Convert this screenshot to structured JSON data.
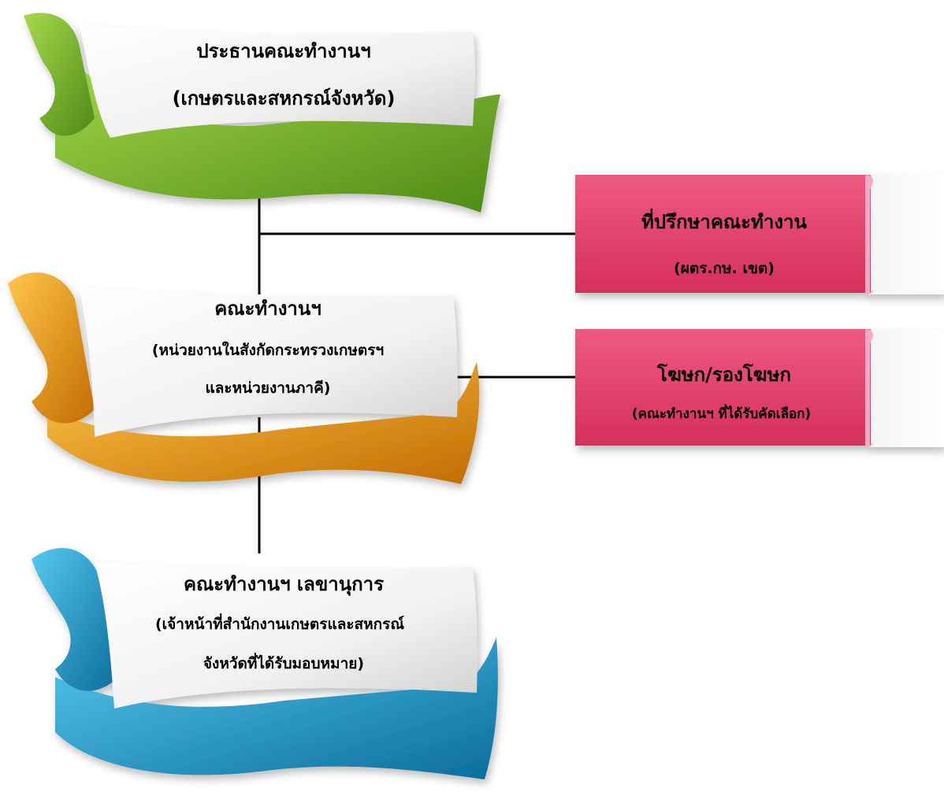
{
  "nodes": {
    "chairman": {
      "line1": "ประธานคณะทำงานฯ",
      "line2": "(เกษตรและสหกรณ์จังหวัด)",
      "accent": "#8cc63f",
      "accent_dark": "#4e8a16"
    },
    "working_group": {
      "line1": "คณะทำงานฯ",
      "line2": "(หน่วยงานในสังกัดกระทรวงเกษตรฯ",
      "line3": "และหน่วยงานภาคี)",
      "accent": "#f7a81b",
      "accent_dark": "#b86a00"
    },
    "secretariat": {
      "line1": "คณะทำงานฯ เลขานุการ",
      "line2": "(เจ้าหน้าที่สำนักงานเกษตรและสหกรณ์",
      "line3": "จังหวัดที่ได้รับมอบหมาย)",
      "accent": "#2bb3e6",
      "accent_dark": "#0b6d9c"
    },
    "advisor": {
      "line1": "ที่ปรึกษาคณะทำงาน",
      "line2": "(ผตร.กษ. เขต)",
      "accent": "#e8436f"
    },
    "spokesperson": {
      "line1": "โฆษก/รองโฆษก",
      "line2": "(คณะทำงานฯ ที่ได้รับคัดเลือก)",
      "accent": "#e8436f"
    }
  },
  "connector_color": "#000000"
}
